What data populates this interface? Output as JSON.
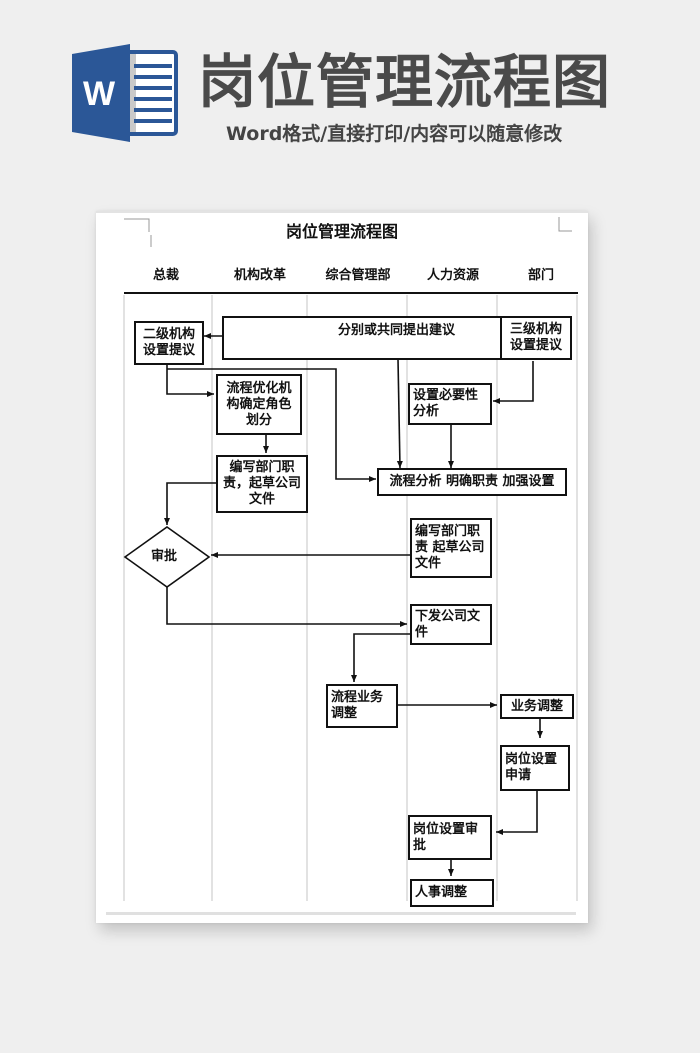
{
  "banner": {
    "app_icon": "word-document-icon",
    "app_icon_letter": "W",
    "title": "岗位管理流程图",
    "subtitle": "Word格式/直接打印/内容可以随意修改",
    "colors": {
      "word_blue": "#2b5797",
      "title_gray": "#4a4a4a"
    }
  },
  "document": {
    "title": "岗位管理流程图",
    "lanes": [
      {
        "label": "总裁"
      },
      {
        "label": "机构改革"
      },
      {
        "label": "综合管理部"
      },
      {
        "label": "人力资源"
      },
      {
        "label": "部门"
      }
    ],
    "nodes": {
      "joint_proposal": "分别或共同提出建议",
      "second_level": "二级机构设置提议",
      "third_level": "三级机构设置提议",
      "optimize": "流程优化机构确定角色划分",
      "necessity": "设置必要性分析",
      "analyze": "流程分析 明确职责 加强设置",
      "draft_left": "编写部门职责，起草公司文件",
      "draft_right": "编写部门职责 起草公司文件",
      "approve": "审批",
      "issue": "下发公司文件",
      "process_adjust": "流程业务调整",
      "business_adjust": "业务调整",
      "post_apply": "岗位设置申请",
      "post_approve": "岗位设置审批",
      "hr_adjust": "人事调整"
    }
  }
}
